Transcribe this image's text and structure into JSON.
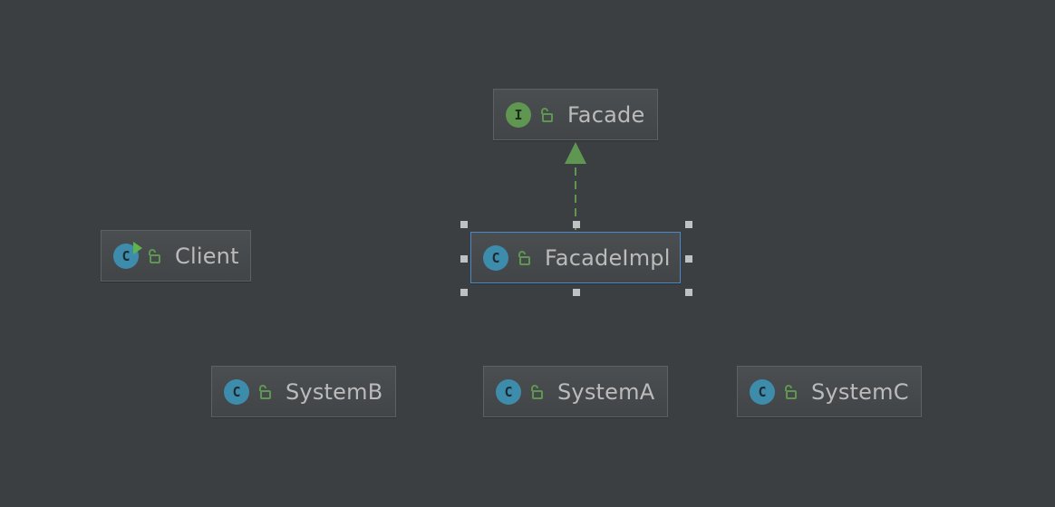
{
  "diagram": {
    "nodes": {
      "facade": {
        "label": "Facade",
        "kind": "interface",
        "badge": "I"
      },
      "facade_impl": {
        "label": "FacadeImpl",
        "kind": "class",
        "badge": "C"
      },
      "client": {
        "label": "Client",
        "kind": "class",
        "badge": "C"
      },
      "system_b": {
        "label": "SystemB",
        "kind": "class",
        "badge": "C"
      },
      "system_a": {
        "label": "SystemA",
        "kind": "class",
        "badge": "C"
      },
      "system_c": {
        "label": "SystemC",
        "kind": "class",
        "badge": "C"
      }
    },
    "edges": [
      {
        "from": "FacadeImpl",
        "to": "Facade",
        "type": "implements",
        "style": "dashed"
      }
    ],
    "selected": "FacadeImpl"
  },
  "colors": {
    "background": "#3c3f41",
    "class_badge": "#3d8cac",
    "interface_badge": "#5f9651",
    "edge": "#5f9651",
    "selection": "#4a88c7"
  }
}
